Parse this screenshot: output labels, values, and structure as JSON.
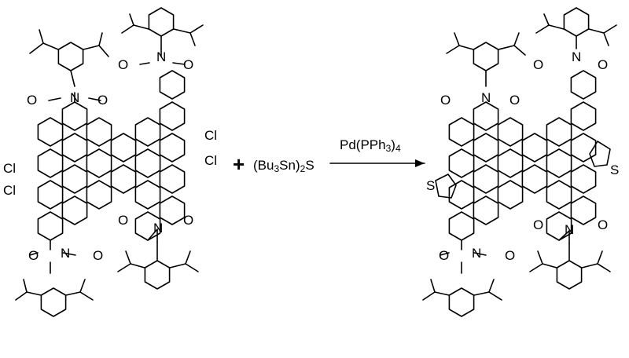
{
  "reaction": {
    "plus": "+",
    "reagent": "(Bu3Sn)2S",
    "catalyst": "Pd(PPh3)4"
  },
  "starting_material": {
    "atom_labels": [
      "O",
      "N",
      "O",
      "O",
      "N",
      "O",
      "O",
      "N",
      "O",
      "O",
      "N",
      "O",
      "Cl",
      "Cl",
      "Cl",
      "Cl"
    ]
  },
  "product": {
    "atom_labels": [
      "O",
      "N",
      "O",
      "O",
      "N",
      "O",
      "O",
      "N",
      "O",
      "O",
      "N",
      "O",
      "S",
      "S"
    ]
  }
}
